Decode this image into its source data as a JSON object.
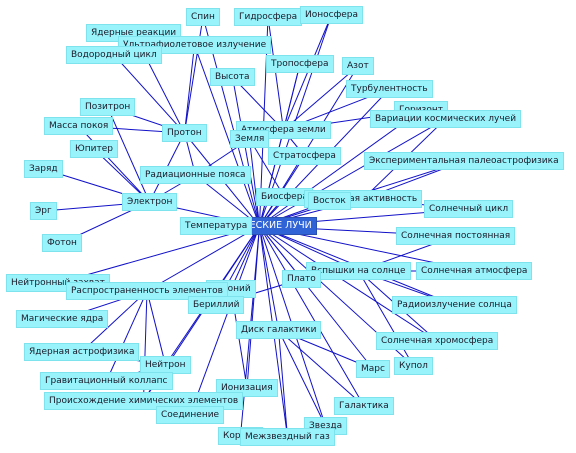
{
  "colors": {
    "node": "#99f3fb",
    "major": "#70c6ee",
    "center": "#2f63d6",
    "edge": "#1111c8"
  },
  "nodes": [
    {
      "id": "center",
      "label": "КОСМИЧЕСКИЕ ЛУЧИ",
      "kind": "center"
    },
    {
      "id": "spin",
      "label": "Спин"
    },
    {
      "id": "hydro",
      "label": "Гидросфера"
    },
    {
      "id": "iono",
      "label": "Ионосфера"
    },
    {
      "id": "nuclear",
      "label": "Ядерные реакции"
    },
    {
      "id": "uv",
      "label": "Ультрафиолетовое излучение"
    },
    {
      "id": "hcycle",
      "label": "Водородный цикл"
    },
    {
      "id": "tropo",
      "label": "Тропосфера"
    },
    {
      "id": "azot",
      "label": "Азот"
    },
    {
      "id": "height",
      "label": "Высота"
    },
    {
      "id": "turb",
      "label": "Турбулентность"
    },
    {
      "id": "positron",
      "label": "Позитрон"
    },
    {
      "id": "horizon",
      "label": "Горизонт"
    },
    {
      "id": "mass",
      "label": "Масса покоя"
    },
    {
      "id": "varcosm",
      "label": "Вариации космических лучей"
    },
    {
      "id": "proton",
      "label": "Протон"
    },
    {
      "id": "atmo",
      "label": "Атмосфера земли",
      "kind": "major"
    },
    {
      "id": "earth",
      "label": "Земля"
    },
    {
      "id": "jupiter",
      "label": "Юпитер"
    },
    {
      "id": "strato",
      "label": "Стратосфера"
    },
    {
      "id": "exppaleo",
      "label": "Экспериментальная палеоастрофизика"
    },
    {
      "id": "charge",
      "label": "Заряд"
    },
    {
      "id": "radbelt",
      "label": "Радиационные пояса"
    },
    {
      "id": "bio",
      "label": "Биосфера"
    },
    {
      "id": "solact",
      "label": "Солнечная активность",
      "kind": "major"
    },
    {
      "id": "vostok",
      "label": "Восток",
      "kind": "major"
    },
    {
      "id": "electron",
      "label": "Электрон"
    },
    {
      "id": "solcycle",
      "label": "Солнечный цикл"
    },
    {
      "id": "erg",
      "label": "Эрг"
    },
    {
      "id": "temp",
      "label": "Температура"
    },
    {
      "id": "solconst",
      "label": "Солнечная постоянная"
    },
    {
      "id": "photon",
      "label": "Фотон"
    },
    {
      "id": "flares",
      "label": "Вспышки на солнце",
      "kind": "major"
    },
    {
      "id": "solatmo",
      "label": "Солнечная атмосфера"
    },
    {
      "id": "ncapture",
      "label": "Нейтронный захват"
    },
    {
      "id": "plato",
      "label": "Плато",
      "kind": "major"
    },
    {
      "id": "argon",
      "label": "Аргоний",
      "kind": "major"
    },
    {
      "id": "elemdist",
      "label": "Распространенность элементов",
      "kind": "major"
    },
    {
      "id": "beryl",
      "label": "Бериллий",
      "kind": "major"
    },
    {
      "id": "solradio",
      "label": "Радиоизлучение солнца"
    },
    {
      "id": "magnuc",
      "label": "Магические ядра"
    },
    {
      "id": "galdisk",
      "label": "Диск галактики",
      "kind": "major"
    },
    {
      "id": "chromo",
      "label": "Солнечная хромосфера"
    },
    {
      "id": "nucastro",
      "label": "Ядерная астрофизика"
    },
    {
      "id": "neutron",
      "label": "Нейтрон"
    },
    {
      "id": "mars",
      "label": "Марс"
    },
    {
      "id": "kupol",
      "label": "Купол"
    },
    {
      "id": "gravcol",
      "label": "Гравитационный коллапс"
    },
    {
      "id": "ioniz",
      "label": "Ионизация"
    },
    {
      "id": "origin",
      "label": "Происхождение химических элементов"
    },
    {
      "id": "galaxy",
      "label": "Галактика"
    },
    {
      "id": "compound",
      "label": "Соединение"
    },
    {
      "id": "star",
      "label": "Звезда"
    },
    {
      "id": "korona",
      "label": "Корона"
    },
    {
      "id": "ism",
      "label": "Межзвездный газ"
    }
  ],
  "edges": [
    [
      "center",
      "spin"
    ],
    [
      "center",
      "hydro"
    ],
    [
      "center",
      "iono"
    ],
    [
      "center",
      "uv"
    ],
    [
      "center",
      "tropo"
    ],
    [
      "center",
      "azot"
    ],
    [
      "center",
      "height"
    ],
    [
      "center",
      "turb"
    ],
    [
      "center",
      "horizon"
    ],
    [
      "center",
      "varcosm"
    ],
    [
      "center",
      "atmo"
    ],
    [
      "center",
      "earth"
    ],
    [
      "center",
      "strato"
    ],
    [
      "center",
      "exppaleo"
    ],
    [
      "center",
      "radbelt"
    ],
    [
      "center",
      "bio"
    ],
    [
      "center",
      "solact"
    ],
    [
      "center",
      "vostok"
    ],
    [
      "center",
      "electron"
    ],
    [
      "center",
      "solcycle"
    ],
    [
      "center",
      "temp"
    ],
    [
      "center",
      "solconst"
    ],
    [
      "center",
      "flares"
    ],
    [
      "center",
      "solatmo"
    ],
    [
      "center",
      "plato"
    ],
    [
      "center",
      "argon"
    ],
    [
      "center",
      "elemdist"
    ],
    [
      "center",
      "beryl"
    ],
    [
      "center",
      "solradio"
    ],
    [
      "center",
      "galdisk"
    ],
    [
      "center",
      "chromo"
    ],
    [
      "center",
      "neutron"
    ],
    [
      "center",
      "mars"
    ],
    [
      "center",
      "kupol"
    ],
    [
      "center",
      "ioniz"
    ],
    [
      "center",
      "galaxy"
    ],
    [
      "center",
      "compound"
    ],
    [
      "center",
      "star"
    ],
    [
      "center",
      "korona"
    ],
    [
      "center",
      "ism"
    ],
    [
      "center",
      "origin"
    ],
    [
      "center",
      "ncapture"
    ],
    [
      "center",
      "proton"
    ],
    [
      "proton",
      "nuclear"
    ],
    [
      "proton",
      "hcycle"
    ],
    [
      "proton",
      "positron"
    ],
    [
      "proton",
      "mass"
    ],
    [
      "proton",
      "spin"
    ],
    [
      "proton",
      "radbelt"
    ],
    [
      "proton",
      "uv"
    ],
    [
      "proton",
      "electron"
    ],
    [
      "electron",
      "jupiter"
    ],
    [
      "electron",
      "charge"
    ],
    [
      "electron",
      "erg"
    ],
    [
      "electron",
      "photon"
    ],
    [
      "electron",
      "mass"
    ],
    [
      "electron",
      "positron"
    ],
    [
      "electron",
      "radbelt"
    ],
    [
      "atmo",
      "tropo"
    ],
    [
      "atmo",
      "iono"
    ],
    [
      "atmo",
      "hydro"
    ],
    [
      "atmo",
      "height"
    ],
    [
      "atmo",
      "azot"
    ],
    [
      "atmo",
      "turb"
    ],
    [
      "atmo",
      "strato"
    ],
    [
      "atmo",
      "earth"
    ],
    [
      "atmo",
      "horizon"
    ],
    [
      "earth",
      "radbelt"
    ],
    [
      "earth",
      "bio"
    ],
    [
      "solact",
      "solcycle"
    ],
    [
      "solact",
      "exppaleo"
    ],
    [
      "solact",
      "varcosm"
    ],
    [
      "flares",
      "solatmo"
    ],
    [
      "flares",
      "solradio"
    ],
    [
      "flares",
      "chromo"
    ],
    [
      "flares",
      "kupol"
    ],
    [
      "flares",
      "solconst"
    ],
    [
      "elemdist",
      "magnuc"
    ],
    [
      "elemdist",
      "nucastro"
    ],
    [
      "elemdist",
      "ncapture"
    ],
    [
      "elemdist",
      "gravcol"
    ],
    [
      "elemdist",
      "origin"
    ],
    [
      "elemdist",
      "neutron"
    ],
    [
      "neutron",
      "gravcol"
    ],
    [
      "neutron",
      "origin"
    ],
    [
      "neutron",
      "nucastro"
    ],
    [
      "galdisk",
      "galaxy"
    ],
    [
      "galdisk",
      "star"
    ],
    [
      "galdisk",
      "ism"
    ],
    [
      "galdisk",
      "mars"
    ],
    [
      "plato",
      "beryl"
    ],
    [
      "argon",
      "ioniz"
    ],
    [
      "star",
      "ism"
    ]
  ]
}
